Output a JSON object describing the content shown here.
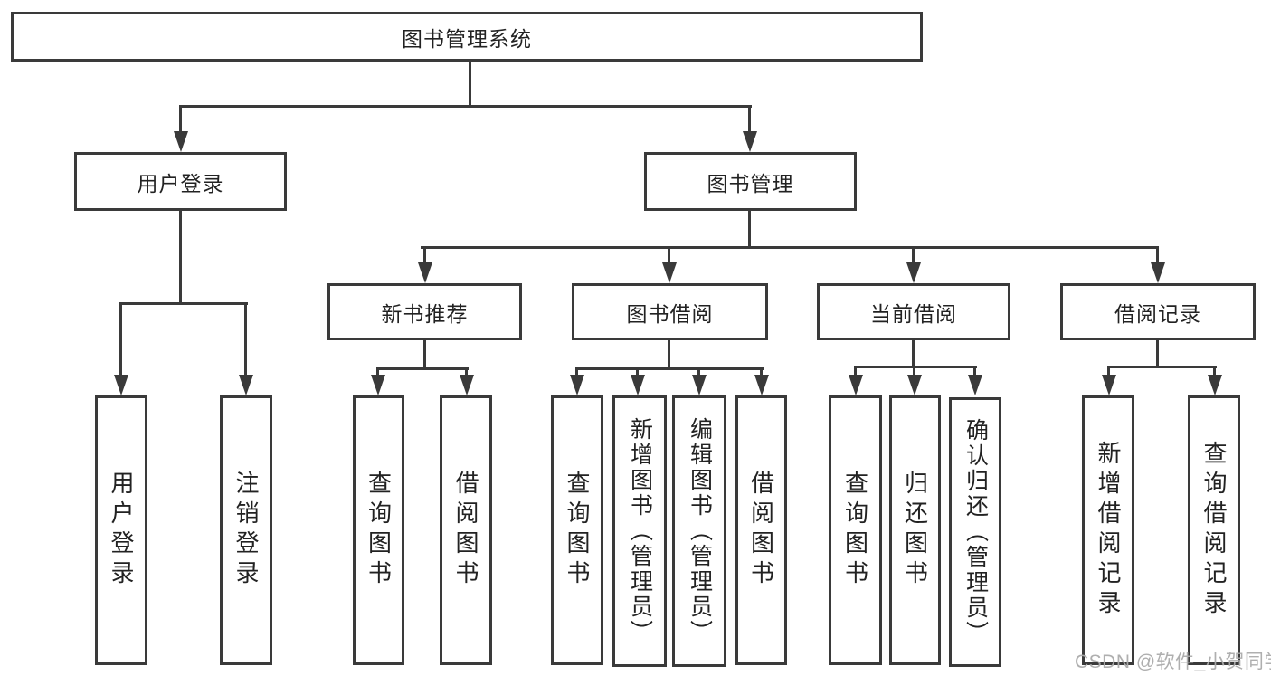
{
  "tree": {
    "root": "图书管理系统",
    "branches": [
      {
        "label": "用户登录",
        "children": [
          "用户登录",
          "注销登录"
        ]
      },
      {
        "label": "图书管理",
        "groups": [
          {
            "label": "新书推荐",
            "children": [
              "查询图书",
              "借阅图书"
            ]
          },
          {
            "label": "图书借阅",
            "children": [
              "查询图书",
              "新增图书（管理员）",
              "编辑图书（管理员）",
              "借阅图书"
            ]
          },
          {
            "label": "当前借阅",
            "children": [
              "查询图书",
              "归还图书",
              "确认归还（管理员）"
            ]
          },
          {
            "label": "借阅记录",
            "children": [
              "新增借阅记录",
              "查询借阅记录"
            ]
          }
        ]
      }
    ]
  },
  "watermark": {
    "text": "CSDN @软件_小贺同学",
    "color": "#ababab"
  },
  "colors": {
    "line": "#3a3a3a",
    "text": "#222222",
    "background": "#ffffff"
  }
}
